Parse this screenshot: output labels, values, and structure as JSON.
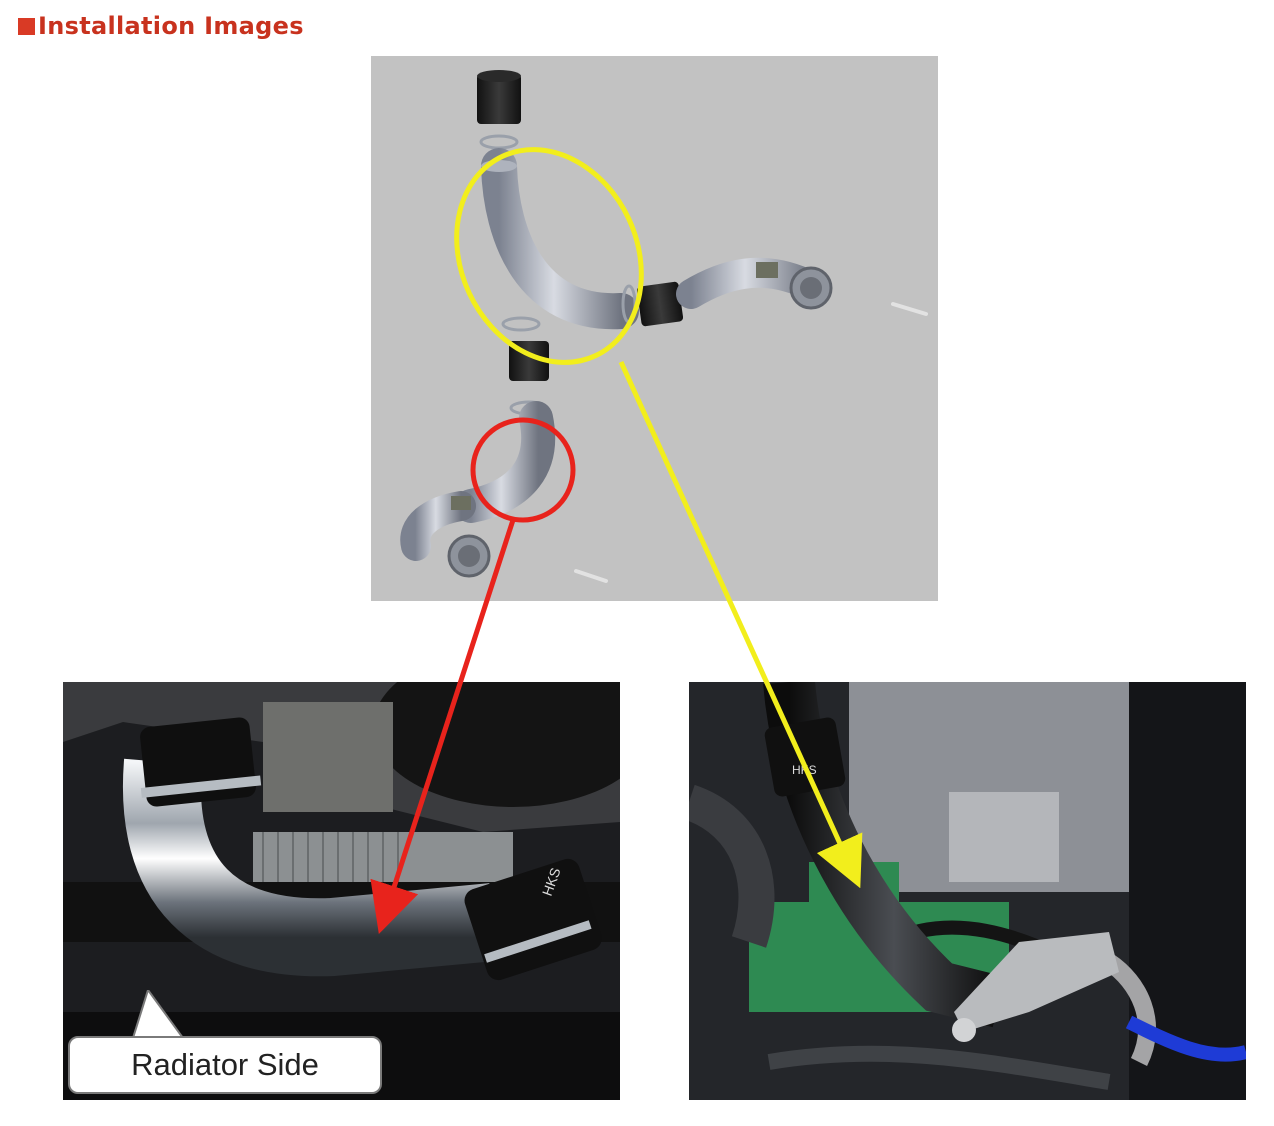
{
  "heading": {
    "text": "Installation Images",
    "color": "#c8321e"
  },
  "diagram": {
    "icon": "exploded-piping-diagram"
  },
  "photos": {
    "left": {
      "callout": "Radiator Side",
      "brand_mark": "HKS"
    },
    "right": {
      "brand_mark": "HKS"
    }
  },
  "annotations": {
    "red_color": "#e8231c",
    "yellow_color": "#f2ee1c"
  }
}
